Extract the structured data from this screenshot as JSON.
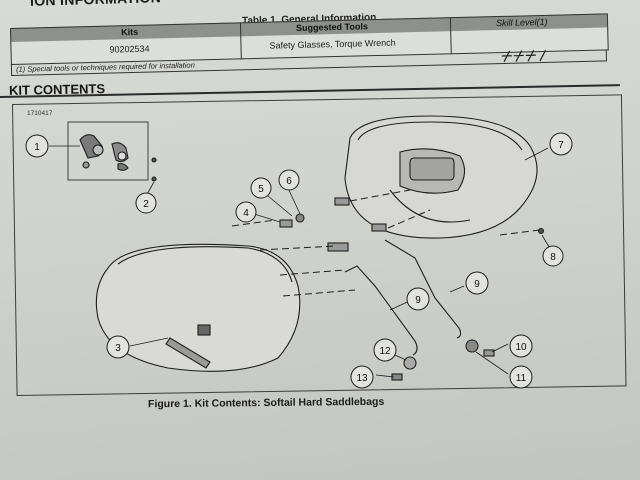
{
  "header": {
    "cut_title": "ION INFORMATION"
  },
  "table": {
    "caption": "Table 1. General Information",
    "columns": [
      "Kits",
      "Suggested Tools",
      "Skill Level(1)"
    ],
    "rows": [
      {
        "kit": "90202534",
        "tools": "Safety Glasses, Torque Wrench"
      }
    ],
    "note": "(1) Special tools or techniques required for installation"
  },
  "kit_contents": {
    "title": "KIT CONTENTS",
    "drawing_id": "1710417",
    "callouts": [
      "1",
      "2",
      "3",
      "4",
      "5",
      "6",
      "7",
      "8",
      "9",
      "9",
      "10",
      "11",
      "12",
      "13"
    ],
    "figure_caption": "Figure 1. Kit Contents: Softail Hard Saddlebags"
  },
  "colors": {
    "ink": "#1a1a1a",
    "paper": "#d4d6d2",
    "header_fill": "#8e908d"
  }
}
